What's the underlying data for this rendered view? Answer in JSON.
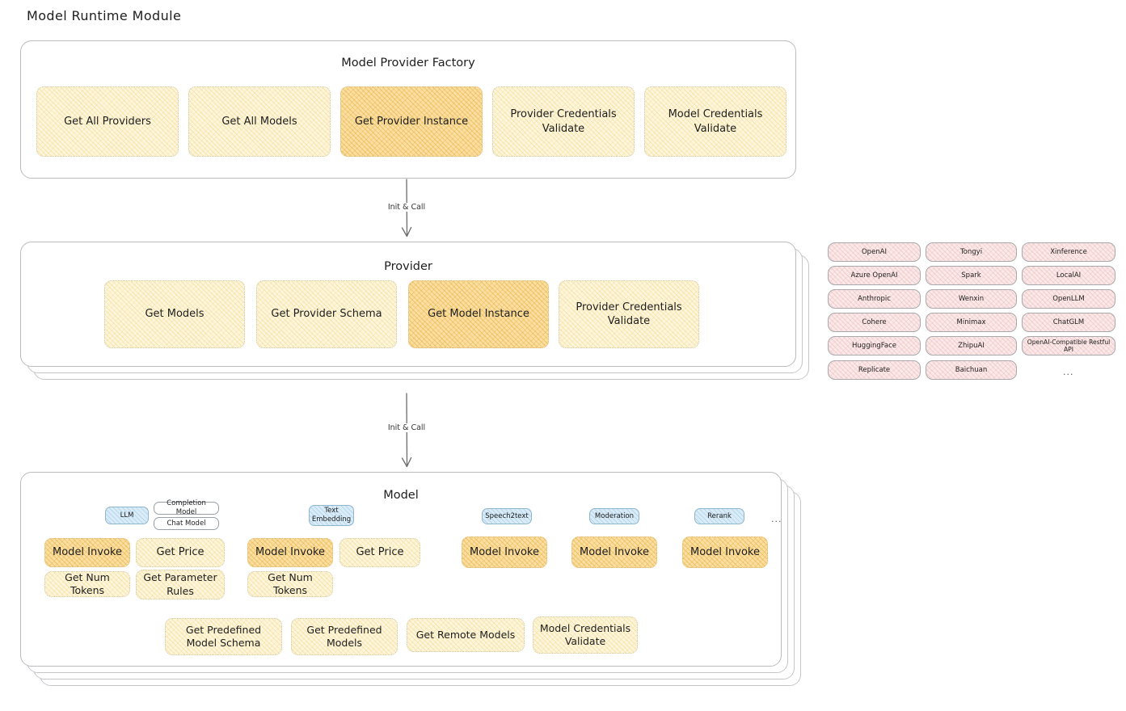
{
  "page": {
    "title": "Model Runtime Module"
  },
  "factory": {
    "title": "Model Provider Factory",
    "nodes": [
      {
        "label": "Get All Providers",
        "highlight": false
      },
      {
        "label": "Get All Models",
        "highlight": false
      },
      {
        "label": "Get Provider Instance",
        "highlight": true
      },
      {
        "label": "Provider Credentials Validate",
        "highlight": false
      },
      {
        "label": "Model Credentials Validate",
        "highlight": false
      }
    ]
  },
  "connectors": [
    {
      "label": "Init & Call"
    },
    {
      "label": "Init & Call"
    }
  ],
  "provider": {
    "title": "Provider",
    "nodes": [
      {
        "label": "Get Models",
        "highlight": false
      },
      {
        "label": "Get Provider Schema",
        "highlight": false
      },
      {
        "label": "Get Model Instance",
        "highlight": true
      },
      {
        "label": "Provider Credentials Validate",
        "highlight": false
      }
    ]
  },
  "provider_list": {
    "ellipsis": "...",
    "columns": [
      {
        "items": [
          "OpenAI",
          "Azure OpenAI",
          "Anthropic",
          "Cohere",
          "HuggingFace",
          "Replicate"
        ]
      },
      {
        "items": [
          "Tongyi",
          "Spark",
          "Wenxin",
          "Minimax",
          "ZhipuAI",
          "Baichuan"
        ]
      },
      {
        "items": [
          "Xinference",
          "LocalAI",
          "OpenLLM",
          "ChatGLM",
          "OpenAI-Compatible Restful API"
        ]
      }
    ]
  },
  "model": {
    "title": "Model",
    "ellipsis": "...",
    "types": [
      {
        "name": "LLM",
        "style": "blue",
        "subtypes": [
          "Completion Model",
          "Chat Model"
        ],
        "methods": [
          {
            "label": "Model Invoke",
            "highlight": true
          },
          {
            "label": "Get Price",
            "highlight": false
          },
          {
            "label": "Get Num Tokens",
            "highlight": false
          },
          {
            "label": "Get Parameter Rules",
            "highlight": false
          }
        ]
      },
      {
        "name": "Text Embedding",
        "style": "blue",
        "subtypes": [],
        "methods": [
          {
            "label": "Model Invoke",
            "highlight": true
          },
          {
            "label": "Get Price",
            "highlight": false
          },
          {
            "label": "Get Num Tokens",
            "highlight": false
          }
        ]
      },
      {
        "name": "Speech2text",
        "style": "blue",
        "subtypes": [],
        "methods": [
          {
            "label": "Model Invoke",
            "highlight": true
          }
        ]
      },
      {
        "name": "Moderation",
        "style": "blue",
        "subtypes": [],
        "methods": [
          {
            "label": "Model Invoke",
            "highlight": true
          }
        ]
      },
      {
        "name": "Rerank",
        "style": "blue",
        "subtypes": [],
        "methods": [
          {
            "label": "Model Invoke",
            "highlight": true
          }
        ]
      }
    ],
    "shared_methods": [
      {
        "label": "Get Predefined Model Schema"
      },
      {
        "label": "Get Predefined Models"
      },
      {
        "label": "Get Remote Models"
      },
      {
        "label": "Model Credentials Validate"
      }
    ]
  },
  "colors": {
    "node_fill": "#fdf6dd",
    "node_fill_highlight": "#fbdfa2",
    "chip_fill": "#fbe9e9",
    "badge_blue": "#d9ecf8",
    "panel_border": "#b9bbbe"
  }
}
